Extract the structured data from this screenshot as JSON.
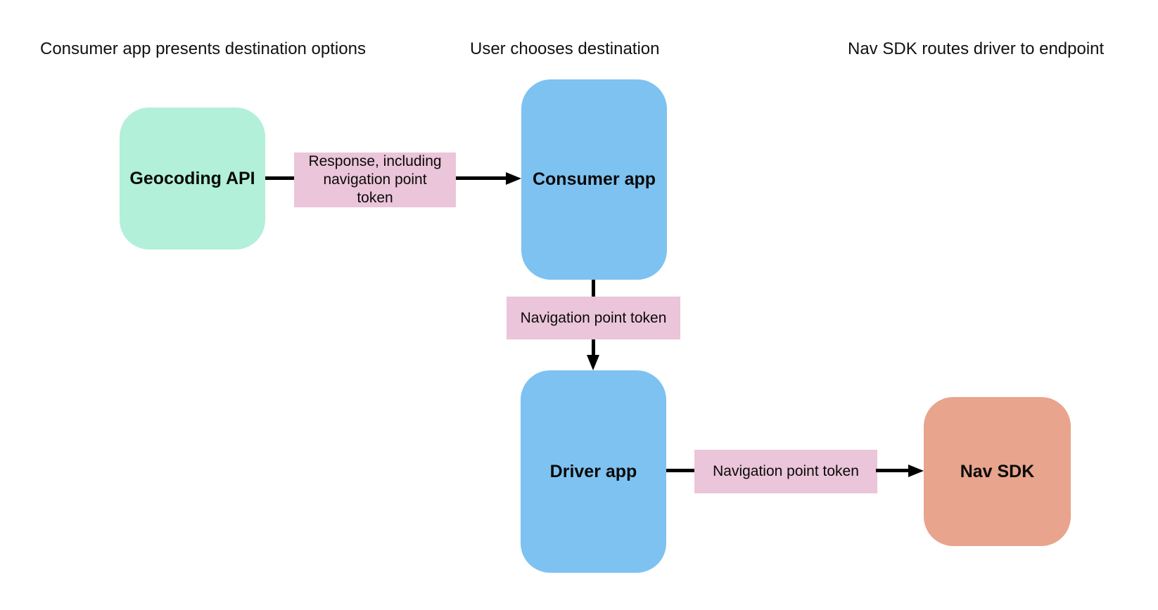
{
  "headings": [
    {
      "text": "Consumer app presents destination options"
    },
    {
      "text": "User chooses destination"
    },
    {
      "text": "Nav SDK routes driver to endpoint"
    }
  ],
  "nodes": {
    "geocoding_api": {
      "label": "Geocoding API",
      "fill": "#B2F0DA"
    },
    "consumer_app": {
      "label": "Consumer app",
      "fill": "#7EC2F1"
    },
    "driver_app": {
      "label": "Driver app",
      "fill": "#7EC2F1"
    },
    "nav_sdk": {
      "label": "Nav SDK",
      "fill": "#E8A48C"
    }
  },
  "edges": {
    "geocoding_to_consumer": {
      "label": "Response, including navigation point token"
    },
    "consumer_to_driver": {
      "label": "Navigation point token"
    },
    "driver_to_nav_sdk": {
      "label": "Navigation point token"
    }
  },
  "colors": {
    "background": "#FFFFFF",
    "edge_label_fill": "#EBC5D9",
    "arrow": "#000000",
    "text": "#0A0A0A"
  }
}
